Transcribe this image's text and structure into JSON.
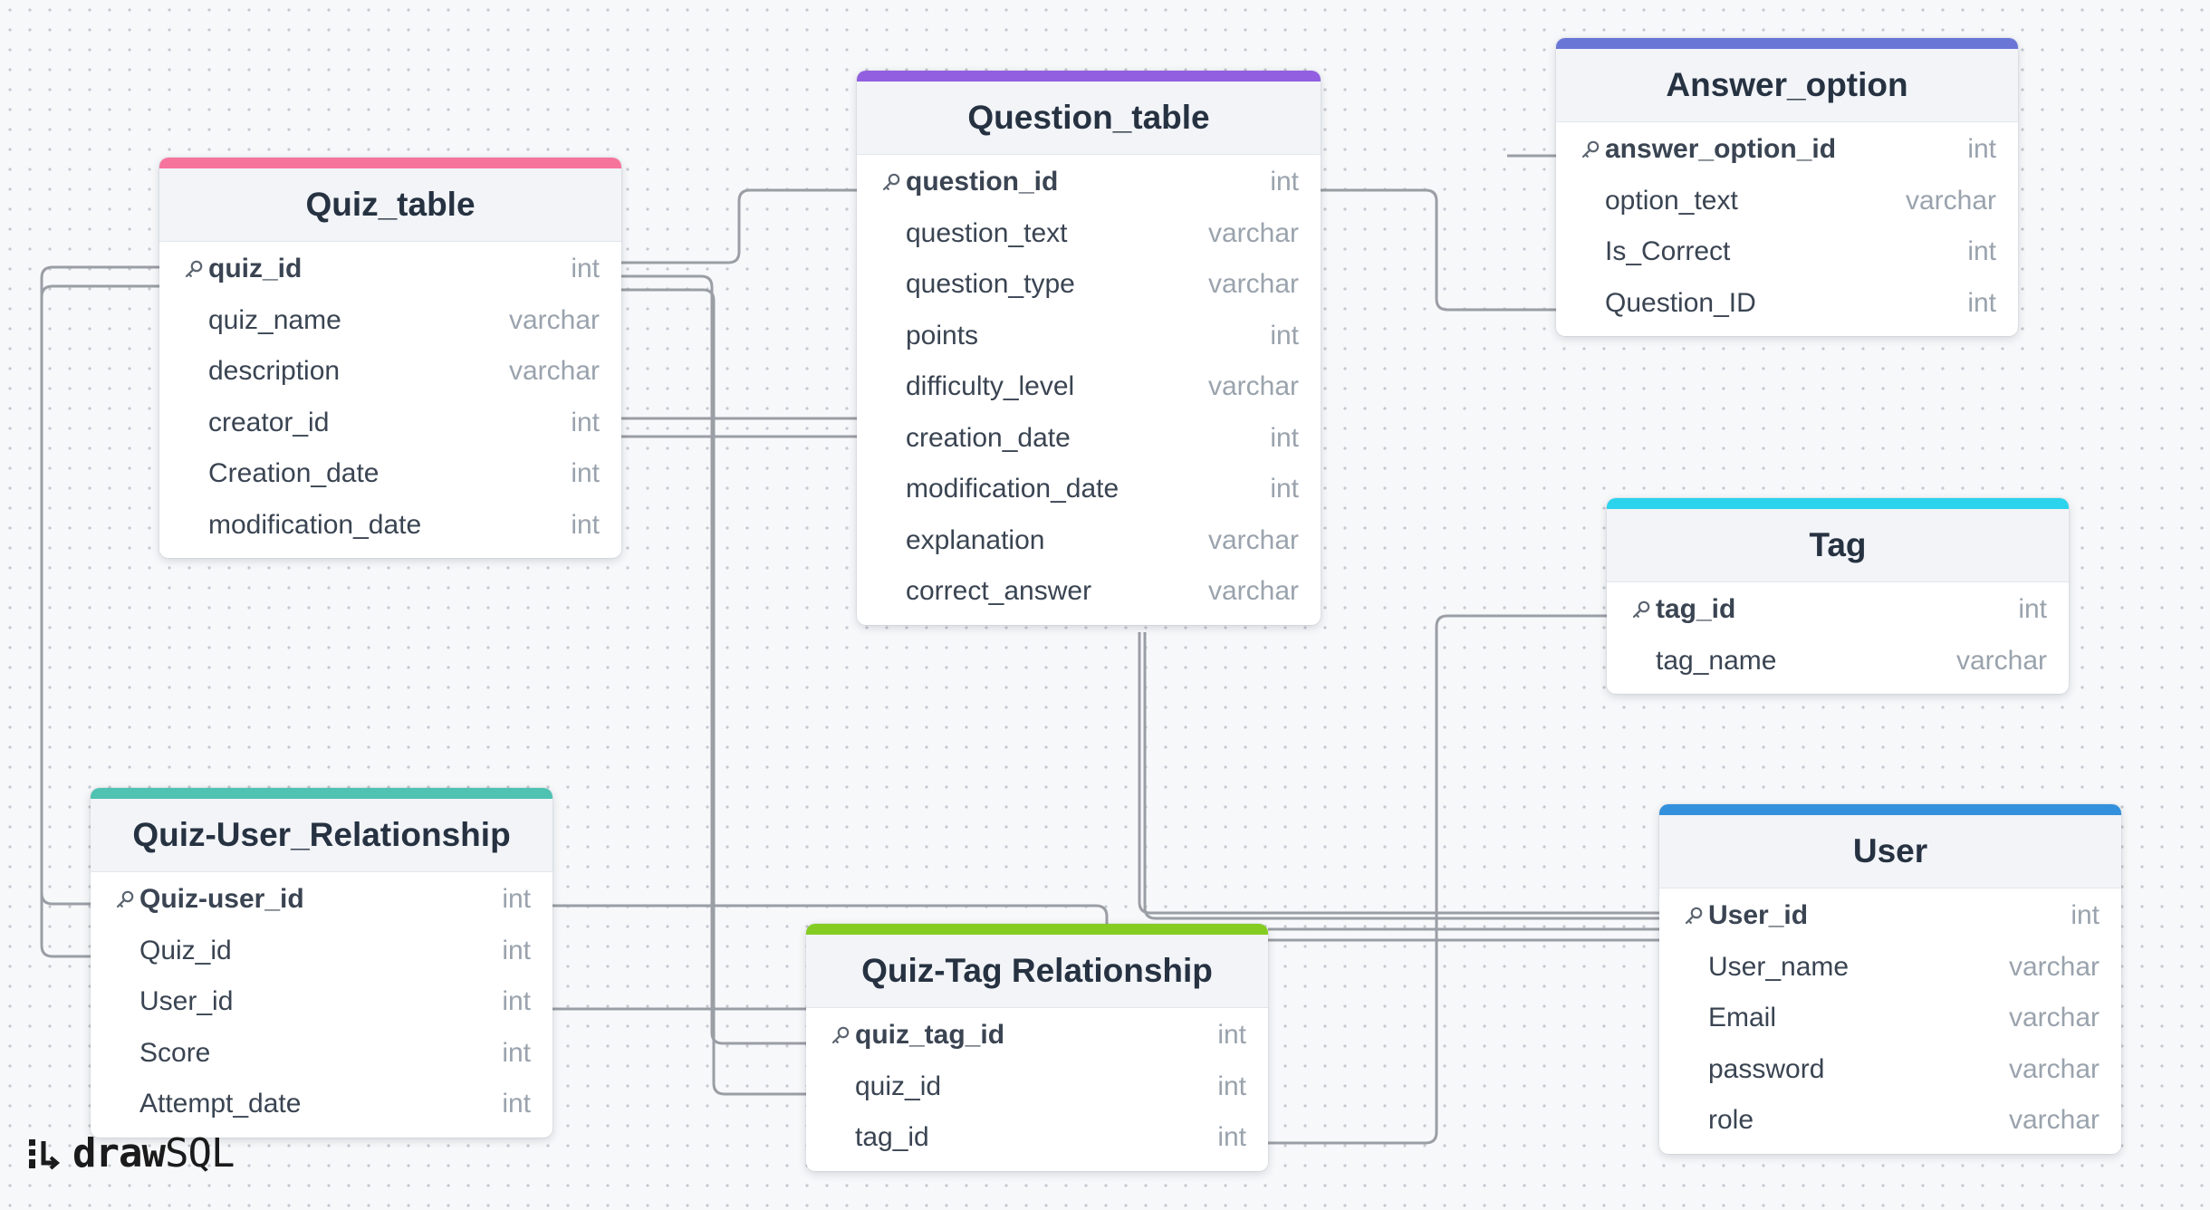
{
  "brand": {
    "name_bold": "draw",
    "name_light": "SQL"
  },
  "tables": [
    {
      "name": "Quiz_table",
      "color": "#f6749c",
      "columns": [
        {
          "name": "quiz_id",
          "type": "int",
          "pk": true
        },
        {
          "name": "quiz_name",
          "type": "varchar"
        },
        {
          "name": "description",
          "type": "varchar"
        },
        {
          "name": "creator_id",
          "type": "int"
        },
        {
          "name": "Creation_date",
          "type": "int"
        },
        {
          "name": "modification_date",
          "type": "int"
        }
      ]
    },
    {
      "name": "Question_table",
      "color": "#915fe0",
      "columns": [
        {
          "name": "question_id",
          "type": "int",
          "pk": true
        },
        {
          "name": "question_text",
          "type": "varchar"
        },
        {
          "name": "question_type",
          "type": "varchar"
        },
        {
          "name": "points",
          "type": "int"
        },
        {
          "name": "difficulty_level",
          "type": "varchar"
        },
        {
          "name": "creation_date",
          "type": "int"
        },
        {
          "name": "modification_date",
          "type": "int"
        },
        {
          "name": "explanation",
          "type": "varchar"
        },
        {
          "name": "correct_answer",
          "type": "varchar"
        }
      ]
    },
    {
      "name": "Answer_option",
      "color": "#6a76d6",
      "columns": [
        {
          "name": "answer_option_id",
          "type": "int",
          "pk": true
        },
        {
          "name": "option_text",
          "type": "varchar"
        },
        {
          "name": "Is_Correct",
          "type": "int"
        },
        {
          "name": "Question_ID",
          "type": "int"
        }
      ]
    },
    {
      "name": "Tag",
      "color": "#2bd3ec",
      "columns": [
        {
          "name": "tag_id",
          "type": "int",
          "pk": true
        },
        {
          "name": "tag_name",
          "type": "varchar"
        }
      ]
    },
    {
      "name": "Quiz-User_Relationship",
      "color": "#4fc2b2",
      "columns": [
        {
          "name": "Quiz-user_id",
          "type": "int",
          "pk": true
        },
        {
          "name": "Quiz_id",
          "type": "int"
        },
        {
          "name": "User_id",
          "type": "int"
        },
        {
          "name": "Score",
          "type": "int"
        },
        {
          "name": "Attempt_date",
          "type": "int"
        }
      ]
    },
    {
      "name": "Quiz-Tag Relationship",
      "color": "#84cc22",
      "columns": [
        {
          "name": "quiz_tag_id",
          "type": "int",
          "pk": true
        },
        {
          "name": "quiz_id",
          "type": "int"
        },
        {
          "name": "tag_id",
          "type": "int"
        }
      ]
    },
    {
      "name": "User",
      "color": "#3390dc",
      "columns": [
        {
          "name": "User_id",
          "type": "int",
          "pk": true
        },
        {
          "name": "User_name",
          "type": "varchar"
        },
        {
          "name": "Email",
          "type": "varchar"
        },
        {
          "name": "password",
          "type": "varchar"
        },
        {
          "name": "role",
          "type": "varchar"
        }
      ]
    }
  ],
  "relations": [
    {
      "from": "Quiz_table.quiz_id",
      "to": "Question_table.question_id"
    },
    {
      "from": "Quiz_table.quiz_id",
      "to": "Quiz-User_Relationship.Quiz-user_id"
    },
    {
      "from": "Quiz_table.quiz_id",
      "to": "Quiz-User_Relationship.Quiz_id"
    },
    {
      "from": "Quiz_table.quiz_id",
      "to": "Quiz-Tag Relationship.quiz_tag_id"
    },
    {
      "from": "Quiz_table.quiz_id",
      "to": "Quiz-Tag Relationship.quiz_id"
    },
    {
      "from": "Quiz_table.creator_id",
      "to": "Question_table.creation_date"
    },
    {
      "from": "Question_table.question_id",
      "to": "Answer_option.Question_ID"
    },
    {
      "from": "Question_table.correct_answer",
      "to": "User.User_id"
    },
    {
      "from": "Tag.tag_id",
      "to": "Quiz-Tag Relationship.tag_id"
    },
    {
      "from": "Quiz-User_Relationship.Quiz-user_id",
      "to": "User.User_id"
    },
    {
      "from": "Quiz-User_Relationship.User_id",
      "to": "User.User_id"
    }
  ]
}
